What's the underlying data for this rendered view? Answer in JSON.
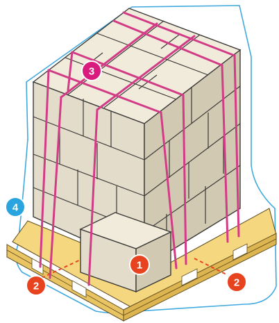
{
  "colors": {
    "box_top": "#f1ebdc",
    "box_left": "#e3dccb",
    "box_right": "#d2c9b3",
    "box_line": "#3b3a37",
    "strap": "#d23c86",
    "wrap": "#3fa9dd",
    "pallet_top": "#f4d77f",
    "pallet_side": "#e9c463",
    "marker_red": "#e8431f",
    "marker_pink": "#d81b7c",
    "marker_blue": "#2aa4df"
  },
  "markers": [
    {
      "id": "m1",
      "label": "1",
      "color": "#e8431f"
    },
    {
      "id": "m2a",
      "label": "2",
      "color": "#e8431f"
    },
    {
      "id": "m2b",
      "label": "2",
      "color": "#e8431f"
    },
    {
      "id": "m3",
      "label": "3",
      "color": "#d81b7c"
    },
    {
      "id": "m4",
      "label": "4",
      "color": "#2aa4df"
    }
  ]
}
